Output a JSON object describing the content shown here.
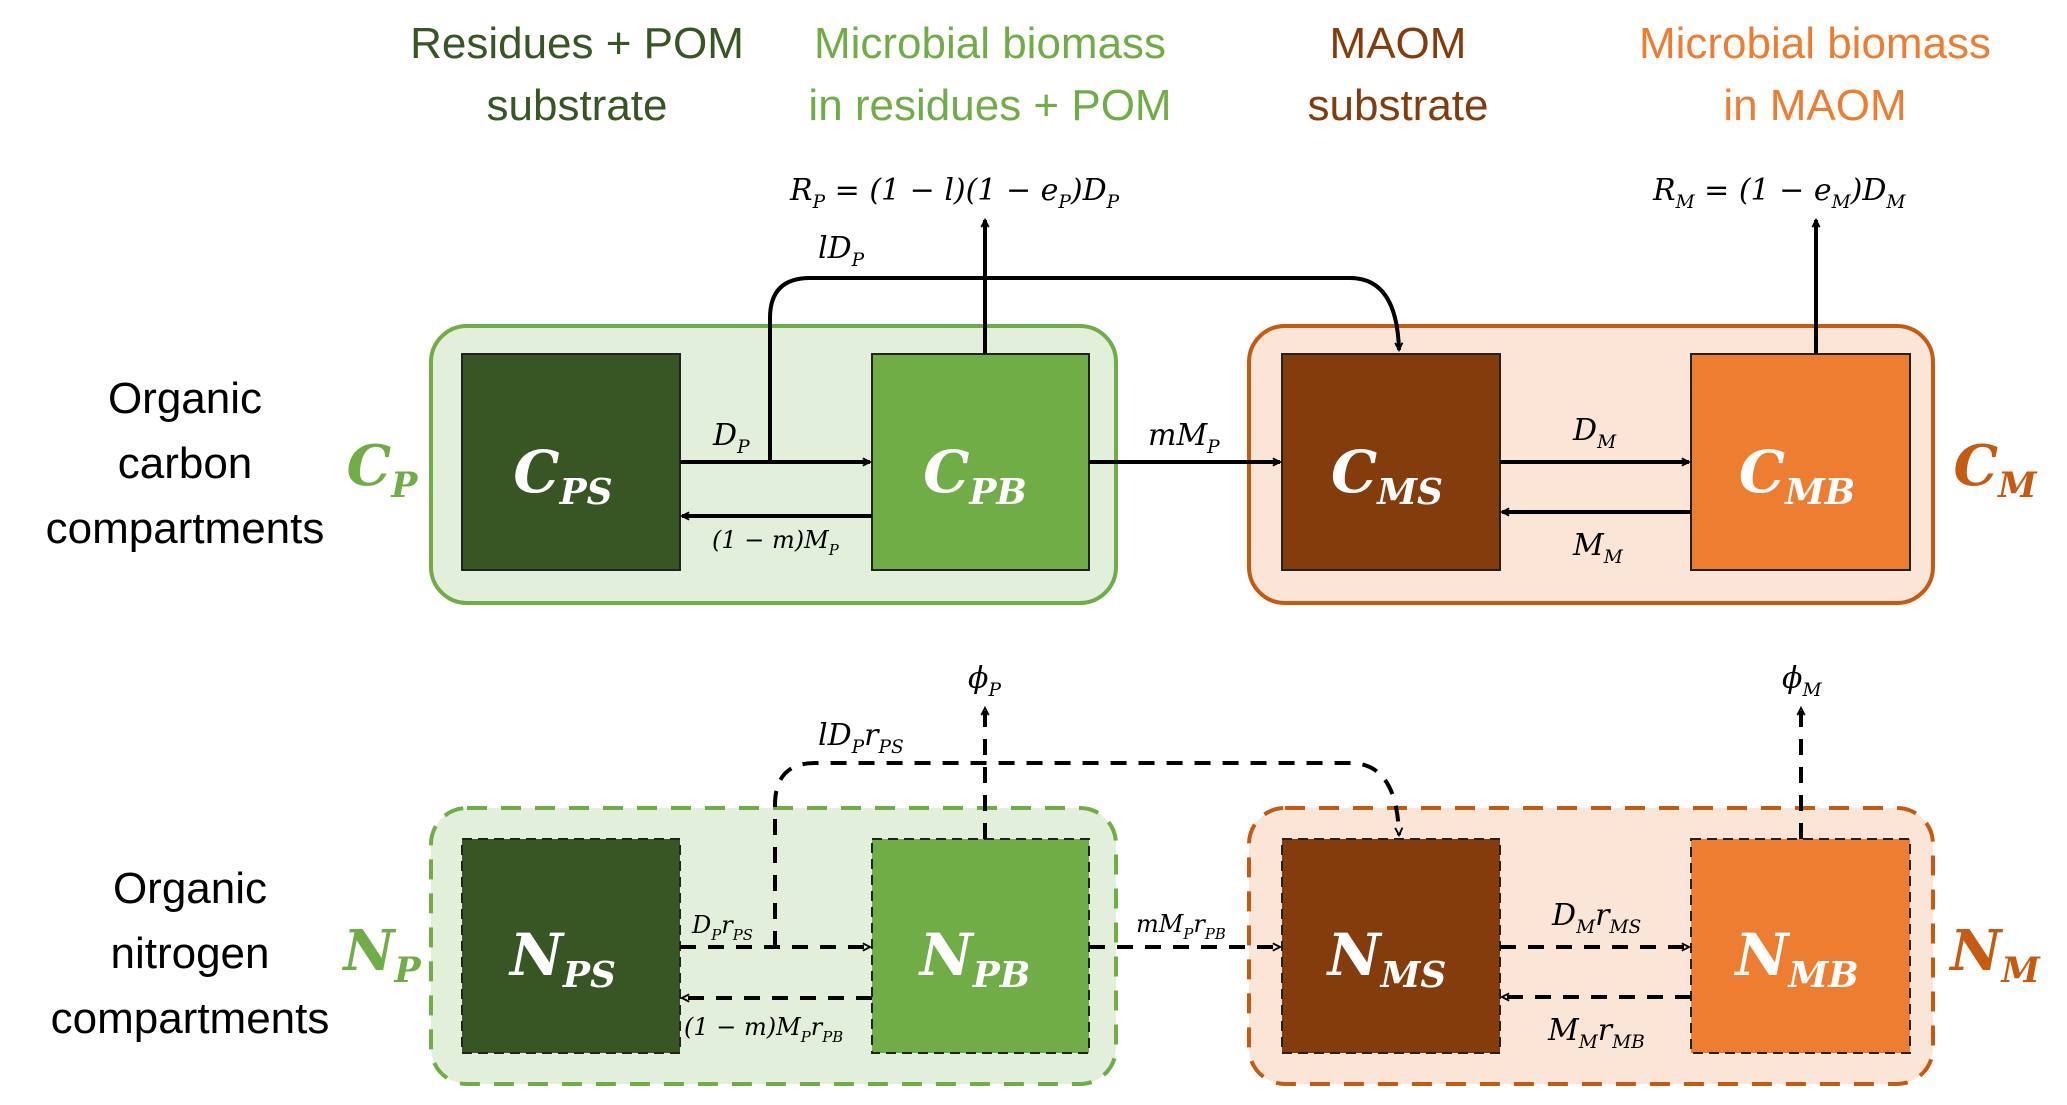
{
  "colors": {
    "residue_substrate": "#375623",
    "residue_biomass": "#70ad47",
    "maom_substrate": "#843c0c",
    "maom_biomass": "#ed7d31",
    "green_group_fill": "#e2efda",
    "green_group_stroke": "#70ad47",
    "orange_group_fill": "#fbe5d6",
    "orange_group_stroke": "#c55a11"
  },
  "headers": [
    {
      "line1": "Residues + POM",
      "line2": "substrate"
    },
    {
      "line1": "Microbial biomass",
      "line2": "in residues + POM"
    },
    {
      "line1": "MAOM",
      "line2": "substrate"
    },
    {
      "line1": "Microbial biomass",
      "line2": "in MAOM"
    }
  ],
  "rows": {
    "carbon": {
      "line1": "Organic",
      "line2": "carbon",
      "line3": "compartments"
    },
    "nitrogen": {
      "line1": "Organic",
      "line2": "nitrogen",
      "line3": "compartments"
    }
  },
  "groups": {
    "cp": {
      "main": "C",
      "sub": "P"
    },
    "cm": {
      "main": "C",
      "sub": "M"
    },
    "np": {
      "main": "N",
      "sub": "P"
    },
    "nm": {
      "main": "N",
      "sub": "M"
    }
  },
  "pools": {
    "cps": {
      "main": "C",
      "sub": "PS"
    },
    "cpb": {
      "main": "C",
      "sub": "PB"
    },
    "cms": {
      "main": "C",
      "sub": "MS"
    },
    "cmb": {
      "main": "C",
      "sub": "MB"
    },
    "nps": {
      "main": "N",
      "sub": "PS"
    },
    "npb": {
      "main": "N",
      "sub": "PB"
    },
    "nms": {
      "main": "N",
      "sub": "MS"
    },
    "nmb": {
      "main": "N",
      "sub": "MB"
    }
  },
  "fluxes": {
    "rp": {
      "text": "R",
      "sub": "P",
      "rest": " = (1 − l)(1 − e",
      "sub2": "P",
      "rest2": ")D",
      "sub3": "P"
    },
    "rm": {
      "text": "R",
      "sub": "M",
      "rest": " = (1 − e",
      "sub2": "M",
      "rest2": ")D",
      "sub3": "M"
    },
    "ldp": {
      "text": "lD",
      "sub": "P"
    },
    "dp": {
      "text": "D",
      "sub": "P"
    },
    "mp_back": {
      "text": "(1 − m)M",
      "sub": "P"
    },
    "mmp": {
      "text": "mM",
      "sub": "P"
    },
    "dm": {
      "text": "D",
      "sub": "M"
    },
    "mm": {
      "text": "M",
      "sub": "M"
    },
    "phi_p": {
      "text": "ϕ",
      "sub": "P"
    },
    "phi_m": {
      "text": "ϕ",
      "sub": "M"
    },
    "ldp_rps": {
      "text": "lD",
      "sub": "P",
      "text2": "r",
      "sub2": "PS"
    },
    "dp_rps": {
      "text": "D",
      "sub": "P",
      "text2": "r",
      "sub2": "PS"
    },
    "mp_back_rpb": {
      "text": "(1 − m)M",
      "sub": "P",
      "text2": "r",
      "sub2": "PB"
    },
    "mmp_rpb": {
      "text": "mM",
      "sub": "P",
      "text2": "r",
      "sub2": "PB"
    },
    "dm_rms": {
      "text": "D",
      "sub": "M",
      "text2": "r",
      "sub2": "MS"
    },
    "mm_rmb": {
      "text": "M",
      "sub": "M",
      "text2": "r",
      "sub2": "MB"
    }
  }
}
